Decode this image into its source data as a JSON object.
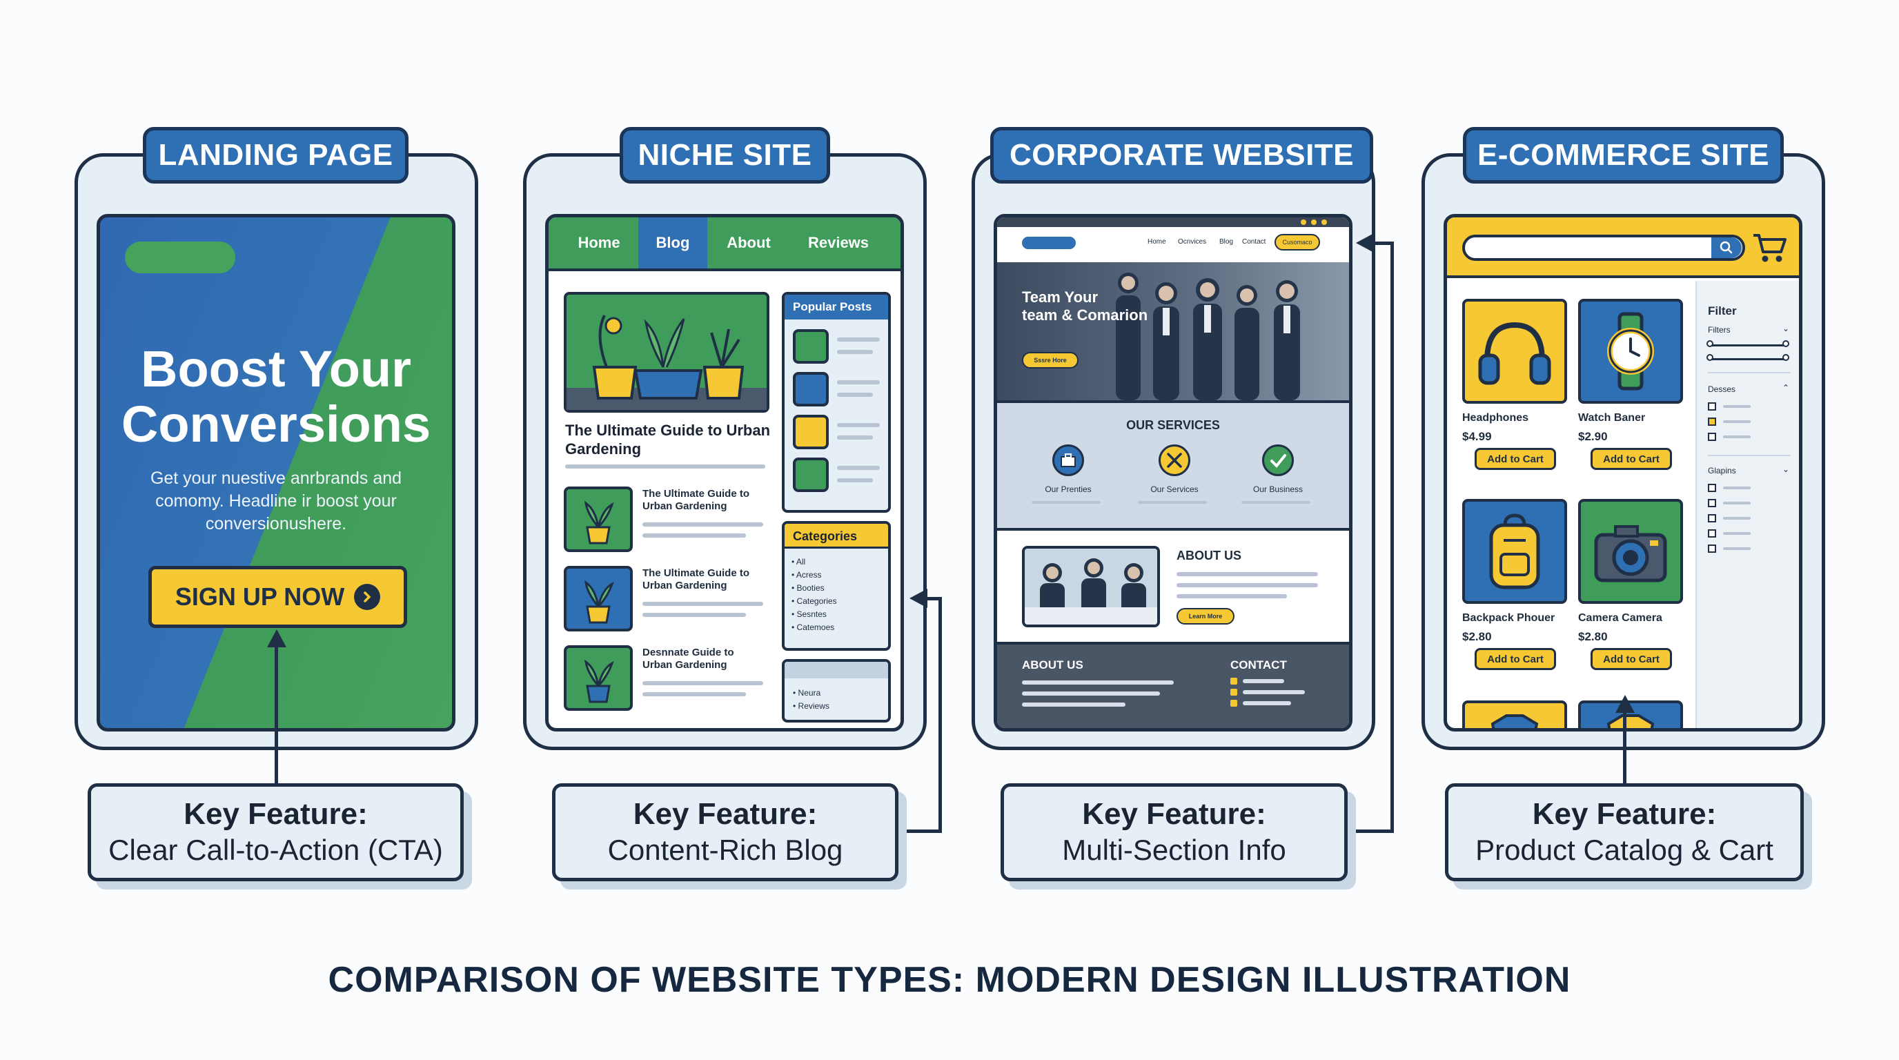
{
  "panels": [
    {
      "tag": "LANDING PAGE"
    },
    {
      "tag": "NICHE SITE"
    },
    {
      "tag": "CORPORATE WEBSITE"
    },
    {
      "tag": "E-COMMERCE SITE"
    }
  ],
  "landing": {
    "headline_1": "Boost Your",
    "headline_2": "Conversions",
    "body": "Get your nuestive anrbrands and comomy. Headline ir boost your conversionushere.",
    "cta": "SIGN UP NOW"
  },
  "niche": {
    "nav": [
      "Home",
      "Blog",
      "About",
      "Reviews"
    ],
    "feature_title": "The Ultimate Guide to Urban Gardening",
    "posts": [
      "The Ultimate Guide to Urban Gardening",
      "The Ultimate Guide to Urban Gardening",
      "Desnnate Guide to Urban Gardening"
    ],
    "popular_posts": "Popular Posts",
    "categories_title": "Categories",
    "categories": [
      "All",
      "Acress",
      "Booties",
      "Categories",
      "Sesntes",
      "Catemoes"
    ],
    "extra": [
      "Neura",
      "Reviews"
    ]
  },
  "corporate": {
    "nav": [
      "Home",
      "Ocnvices",
      "Blog",
      "Contact"
    ],
    "nav_button": "Cusomaco",
    "hero_1": "Team Your",
    "hero_2": "team & Comarion",
    "hero_button": "Sssre Hore",
    "services_title": "OUR SERVICES",
    "services": [
      "Our Prenties",
      "Our Services",
      "Our Business"
    ],
    "about_title": "ABOUT US",
    "about_button": "Learn More",
    "footer_about": "ABOUT US",
    "footer_contact": "CONTACT"
  },
  "shop": {
    "filter_title": "Filter",
    "filters_label": "Filters",
    "group_1": "Desses",
    "group_2": "Glapins",
    "products": [
      {
        "name": "Headphones",
        "price": "$4.99",
        "button": "Add to Cart"
      },
      {
        "name": "Watch Baner",
        "price": "$2.90",
        "button": "Add to Cart"
      },
      {
        "name": "Backpack Phouer",
        "price": "$2.80",
        "button": "Add to Cart"
      },
      {
        "name": "Camera Camera",
        "price": "$2.80",
        "button": "Add to Cart"
      }
    ]
  },
  "callouts": [
    {
      "key": "Key Feature:",
      "value": "Clear Call-to-Action (CTA)"
    },
    {
      "key": "Key Feature:",
      "value": "Content-Rich Blog"
    },
    {
      "key": "Key Feature:",
      "value": "Multi-Section Info"
    },
    {
      "key": "Key Feature:",
      "value": "Product Catalog & Cart"
    }
  ],
  "caption": "COMPARISON OF WEBSITE TYPES: MODERN DESIGN ILLUSTRATION",
  "colors": {
    "blue": "#2f6fb4",
    "green": "#3f9c5a",
    "yellow": "#f6c934",
    "navy": "#1f2f45",
    "panel": "#e6eef6"
  }
}
